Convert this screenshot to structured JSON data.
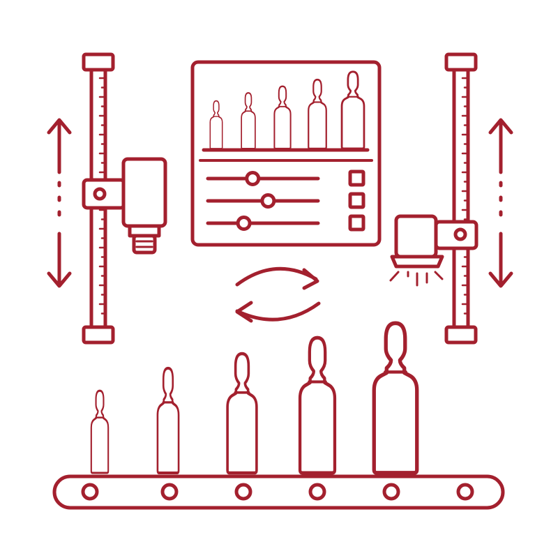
{
  "colors": {
    "stroke": "#a3202e",
    "background": "#ffffff"
  },
  "icons": {
    "left_rail": "vertical-rail-icon",
    "right_rail": "vertical-rail-icon",
    "camera": "camera-icon",
    "light": "lamp-icon",
    "monitor": "control-panel-icon",
    "cycle": "cycle-arrows-icon",
    "conveyor": "conveyor-belt-icon",
    "ampoule": "ampoule-icon",
    "slider": "slider-icon",
    "checkbox": "checkbox-icon",
    "movement_arrow": "double-arrow-icon"
  },
  "panel": {
    "sliders": [
      0.28,
      0.42,
      0.2
    ],
    "checkboxes": [
      false,
      false,
      false
    ]
  }
}
